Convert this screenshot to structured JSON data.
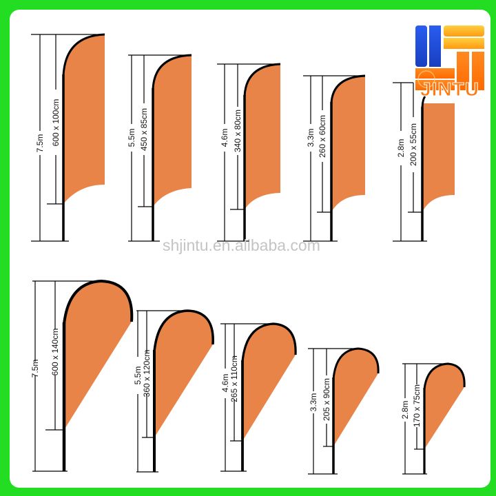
{
  "brand": {
    "name": "JINTU",
    "watermark": "shjintu.en.alibaba.com",
    "colors": {
      "border": "#22dd22",
      "flag": "#e98449",
      "logo_blue": "#1f4fd6",
      "logo_orange": "#ff7a10",
      "logo_yellow": "#ffb020"
    }
  },
  "feather_flags": [
    {
      "height_label": "7.5m",
      "size_label": "600 x 100cm"
    },
    {
      "height_label": "5.5m",
      "size_label": "450 x 85cm"
    },
    {
      "height_label": "4.6m",
      "size_label": "340 x 80cm"
    },
    {
      "height_label": "3.3m",
      "size_label": "260 x 60cm"
    },
    {
      "height_label": "2.8m",
      "size_label": "200 x 55cm"
    }
  ],
  "teardrop_flags": [
    {
      "height_label": "7.5m",
      "size_label": "600 x 140cm"
    },
    {
      "height_label": "5.5m",
      "size_label": "360 x 120cm"
    },
    {
      "height_label": "4.6m",
      "size_label": "265 x 110cm"
    },
    {
      "height_label": "3.3m",
      "size_label": "205 x 90cm"
    },
    {
      "height_label": "2.8m",
      "size_label": "170 x 75cm"
    }
  ]
}
